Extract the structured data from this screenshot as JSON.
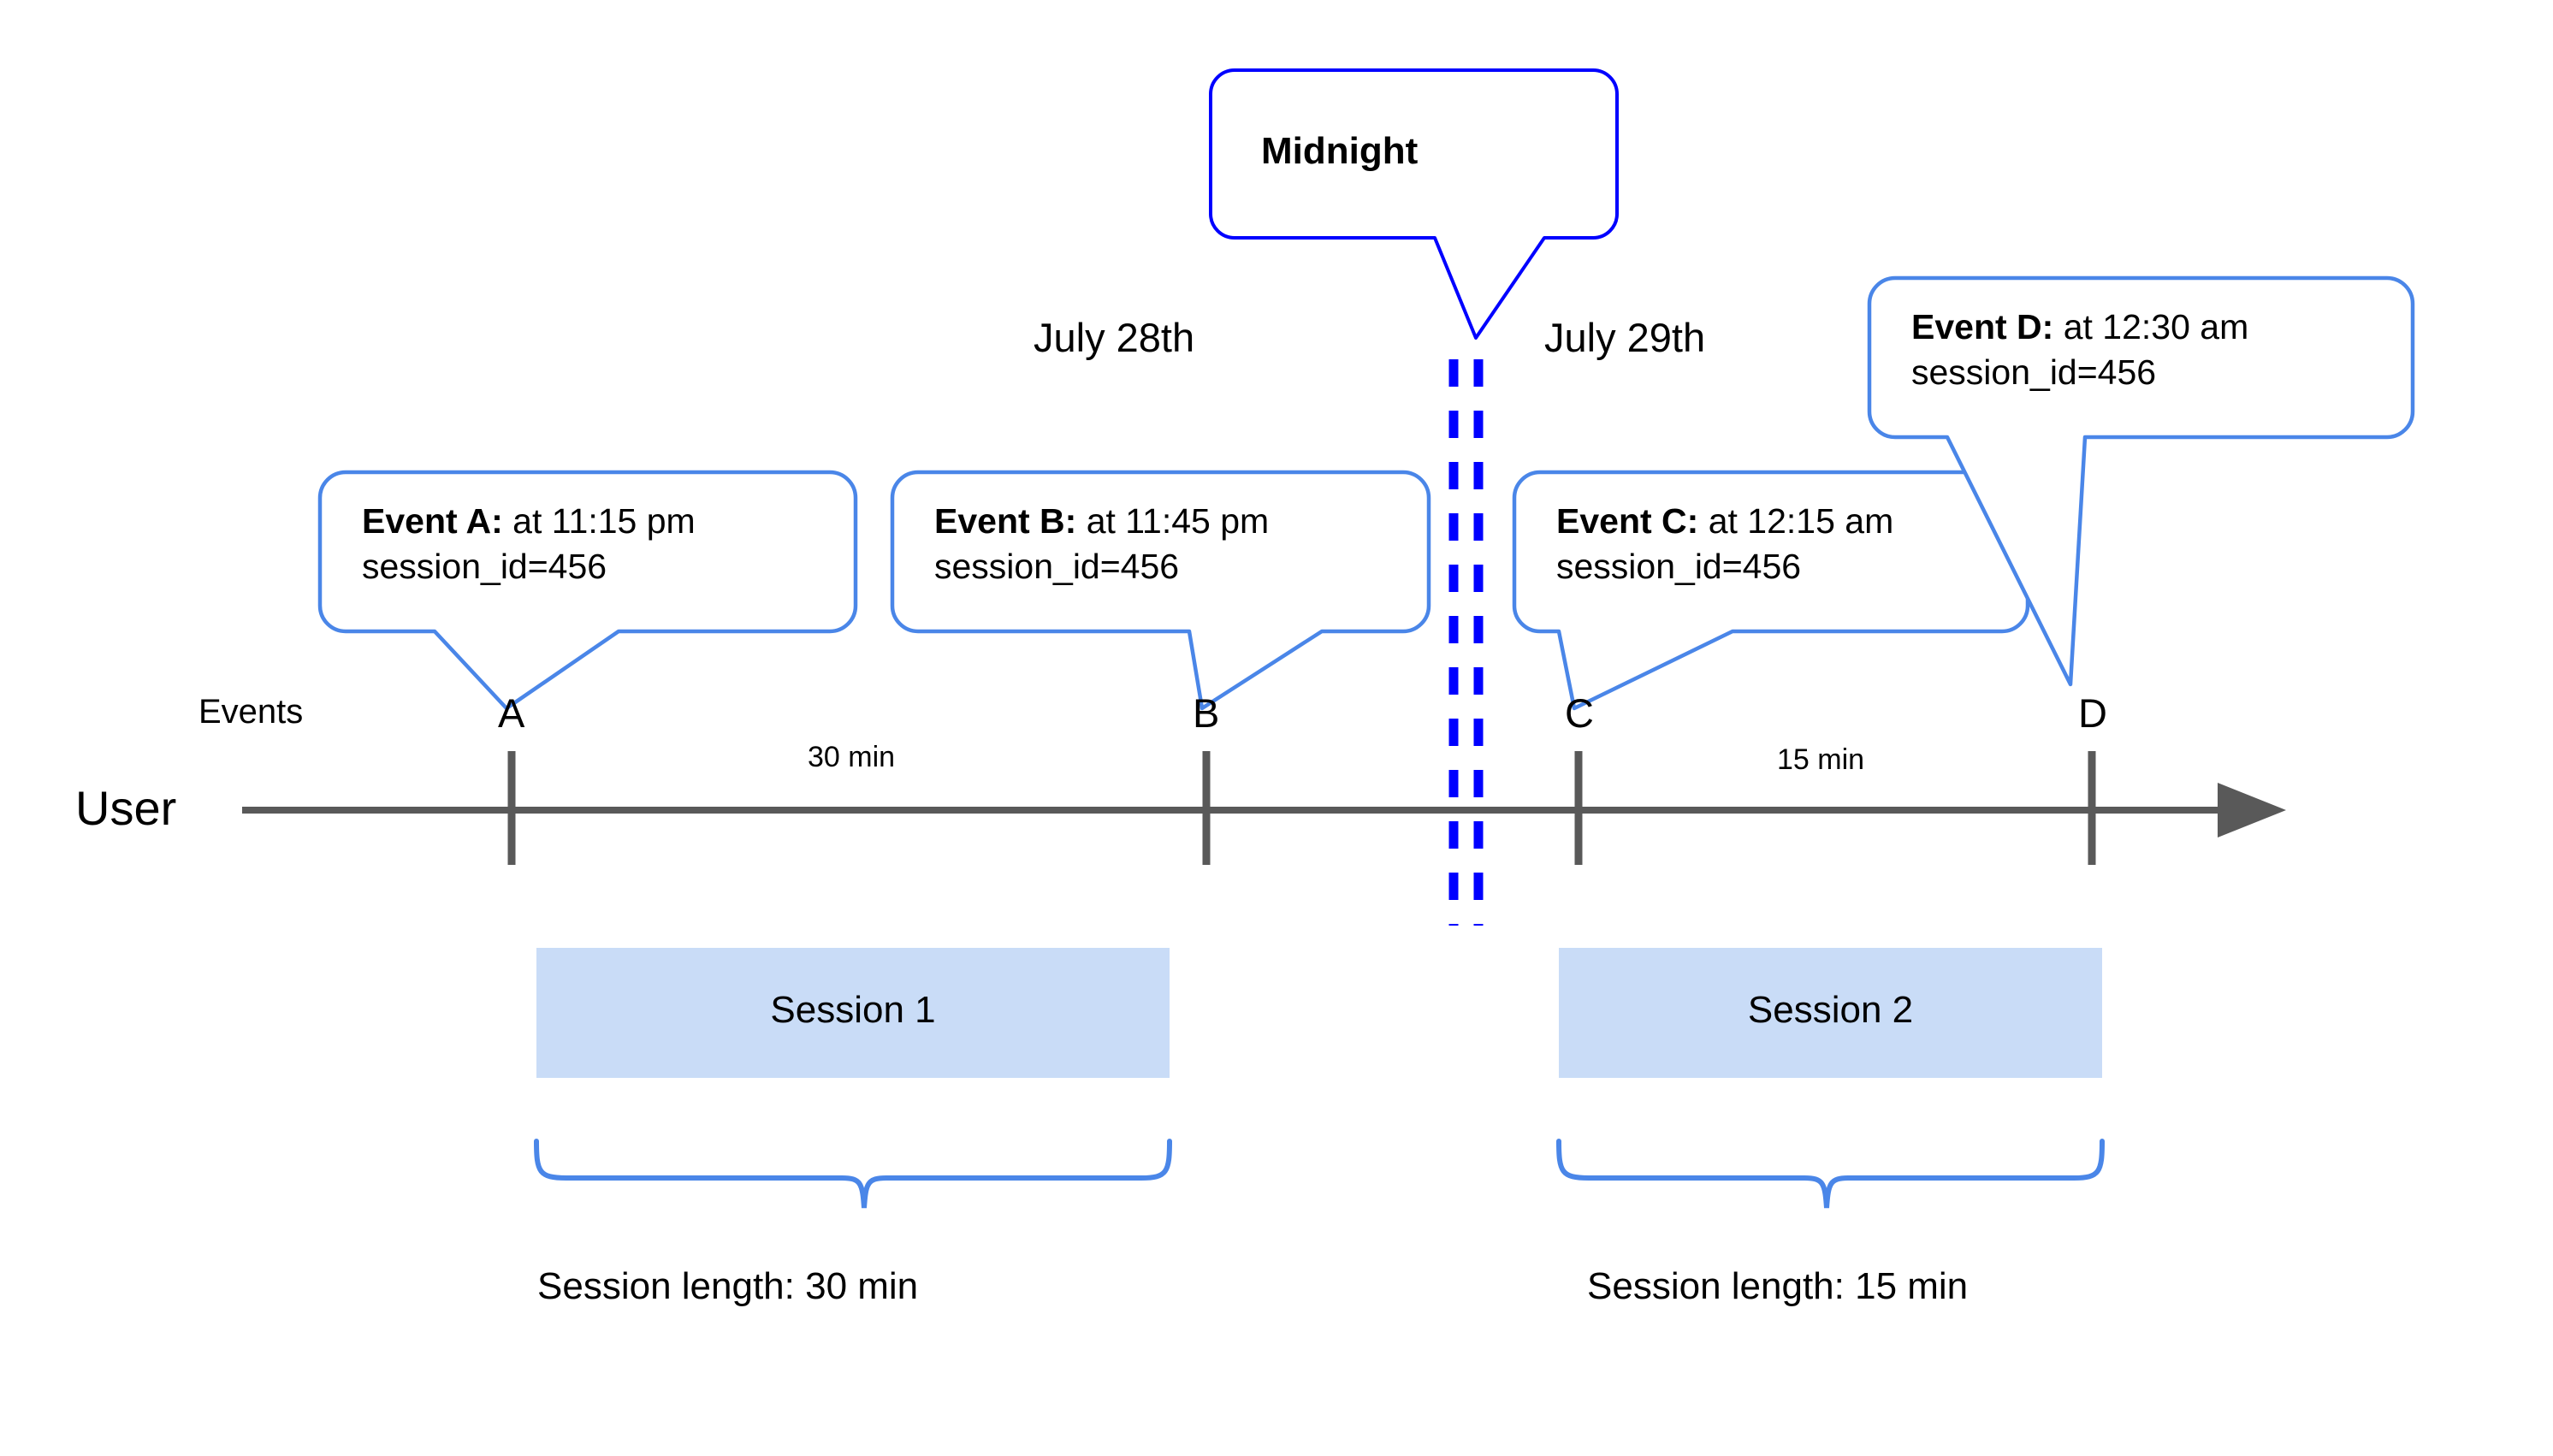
{
  "diagram": {
    "title_callouts": {
      "midnight": {
        "label": "Midnight"
      }
    },
    "dates": [
      {
        "name": "date-july-28",
        "label": "July 28th"
      },
      {
        "name": "date-july-29",
        "label": "July 29th"
      }
    ],
    "row_labels": {
      "user": "User",
      "events": "Events"
    },
    "events": [
      {
        "marker": "A",
        "lead": "Event A:",
        "rest": " at 11:15 pm",
        "line2": "session_id=456"
      },
      {
        "marker": "B",
        "lead": "Event B:",
        "rest": " at 11:45 pm",
        "line2": "session_id=456"
      },
      {
        "marker": "C",
        "lead": "Event C:",
        "rest": " at 12:15 am",
        "line2": "session_id=456"
      },
      {
        "marker": "D",
        "lead": "Event D:",
        "rest": " at 12:30 am",
        "line2": "session_id=456"
      }
    ],
    "durations": [
      {
        "name": "gap-a-b",
        "label": "30 min"
      },
      {
        "name": "gap-c-d",
        "label": "15 min"
      }
    ],
    "sessions": [
      {
        "name": "session-1",
        "label": "Session 1",
        "length_label": "Session length: 30 min"
      },
      {
        "name": "session-2",
        "label": "Session 2",
        "length_label": "Session length: 15 min"
      }
    ],
    "colors": {
      "callout_border": "#4a86e8",
      "midnight_border": "#0000ff",
      "midnight_dash": "#0000ff",
      "session_fill": "#c9dcf7",
      "axis": "#595959",
      "brace": "#4a86e8",
      "text": "#000000"
    }
  },
  "chart_data": {
    "type": "timeline",
    "title": "Session splitting across midnight",
    "axis_label": "User",
    "series_label": "Events",
    "x_range_dates": [
      "July 28th",
      "July 29th"
    ],
    "midnight_marker": "Midnight",
    "events": [
      {
        "id": "A",
        "time": "11:15 pm",
        "date": "July 28th",
        "session_id": 456,
        "session": "Session 1"
      },
      {
        "id": "B",
        "time": "11:45 pm",
        "date": "July 28th",
        "session_id": 456,
        "session": "Session 1"
      },
      {
        "id": "C",
        "time": "12:15 am",
        "date": "July 29th",
        "session_id": 456,
        "session": "Session 2"
      },
      {
        "id": "D",
        "time": "12:30 am",
        "date": "July 29th",
        "session_id": 456,
        "session": "Session 2"
      }
    ],
    "gaps": [
      {
        "from": "A",
        "to": "B",
        "label": "30 min",
        "minutes": 30
      },
      {
        "from": "C",
        "to": "D",
        "label": "15 min",
        "minutes": 15
      }
    ],
    "sessions": [
      {
        "name": "Session 1",
        "from": "A",
        "to": "B",
        "length_label": "Session length: 30 min",
        "minutes": 30
      },
      {
        "name": "Session 2",
        "from": "C",
        "to": "D",
        "length_label": "Session length: 15 min",
        "minutes": 15
      }
    ],
    "grid": false,
    "legend": "none"
  }
}
